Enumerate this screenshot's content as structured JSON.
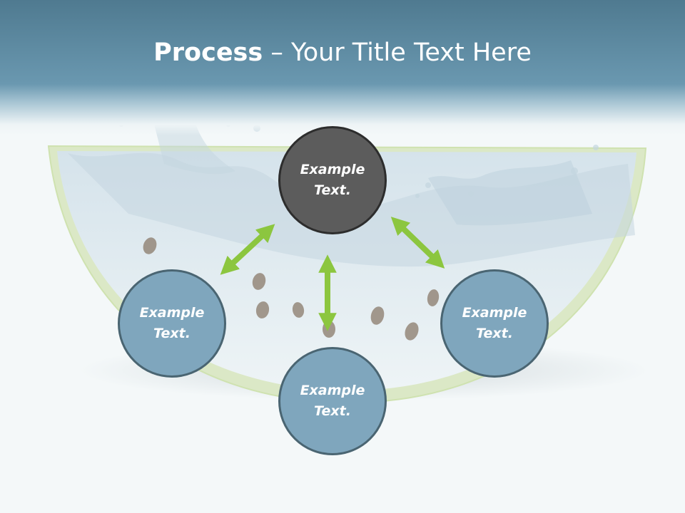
{
  "title": {
    "bold": "Process",
    "rest": " – Your Title Text Here"
  },
  "nodes": [
    {
      "id": "top",
      "label": "Example\nText."
    },
    {
      "id": "left",
      "label": "Example\nText."
    },
    {
      "id": "bottom",
      "label": "Example\nText."
    },
    {
      "id": "right",
      "label": "Example\nText."
    }
  ],
  "colors": {
    "header": "#5b869c",
    "center_node": "#5c5c5c",
    "outer_nodes": "#7fa6bd",
    "arrows": "#8cc63f"
  },
  "icons": [
    "watermelon-splash-illustration",
    "double-arrow-icon"
  ]
}
